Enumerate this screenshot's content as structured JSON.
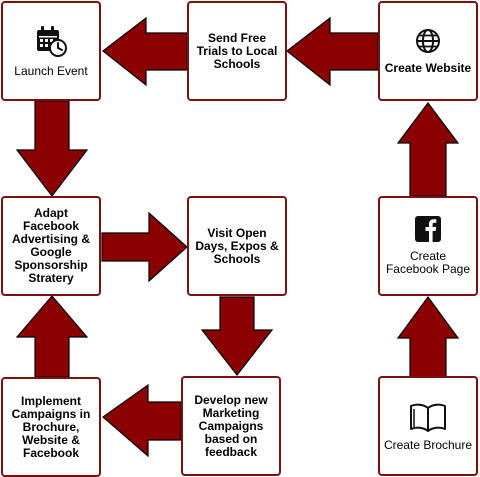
{
  "colors": {
    "arrow_fill": "#8b0000",
    "arrow_stroke": "#000000",
    "box_border": "#7a1010"
  },
  "boxes": {
    "launch_event": {
      "label": "Launch Event",
      "icon": "calendar-clock-icon"
    },
    "send_free_trials": {
      "label": "Send Free Trials to Local Schools"
    },
    "create_website": {
      "label": "Create Website",
      "icon": "globe-icon"
    },
    "adapt_facebook": {
      "label": "Adapt Facebook Advertising & Google Sponsorship Stratery"
    },
    "visit_open_days": {
      "label": "Visit Open Days, Expos & Schools"
    },
    "create_facebook_page": {
      "label": "Create Facebook Page",
      "icon": "facebook-icon"
    },
    "implement_campaigns": {
      "label": "Implement Campaigns in Brochure, Website & Facebook"
    },
    "develop_campaigns": {
      "label": "Develop new Marketing Campaigns based on feedback"
    },
    "create_brochure": {
      "label": "Create Brochure",
      "icon": "book-icon"
    }
  }
}
